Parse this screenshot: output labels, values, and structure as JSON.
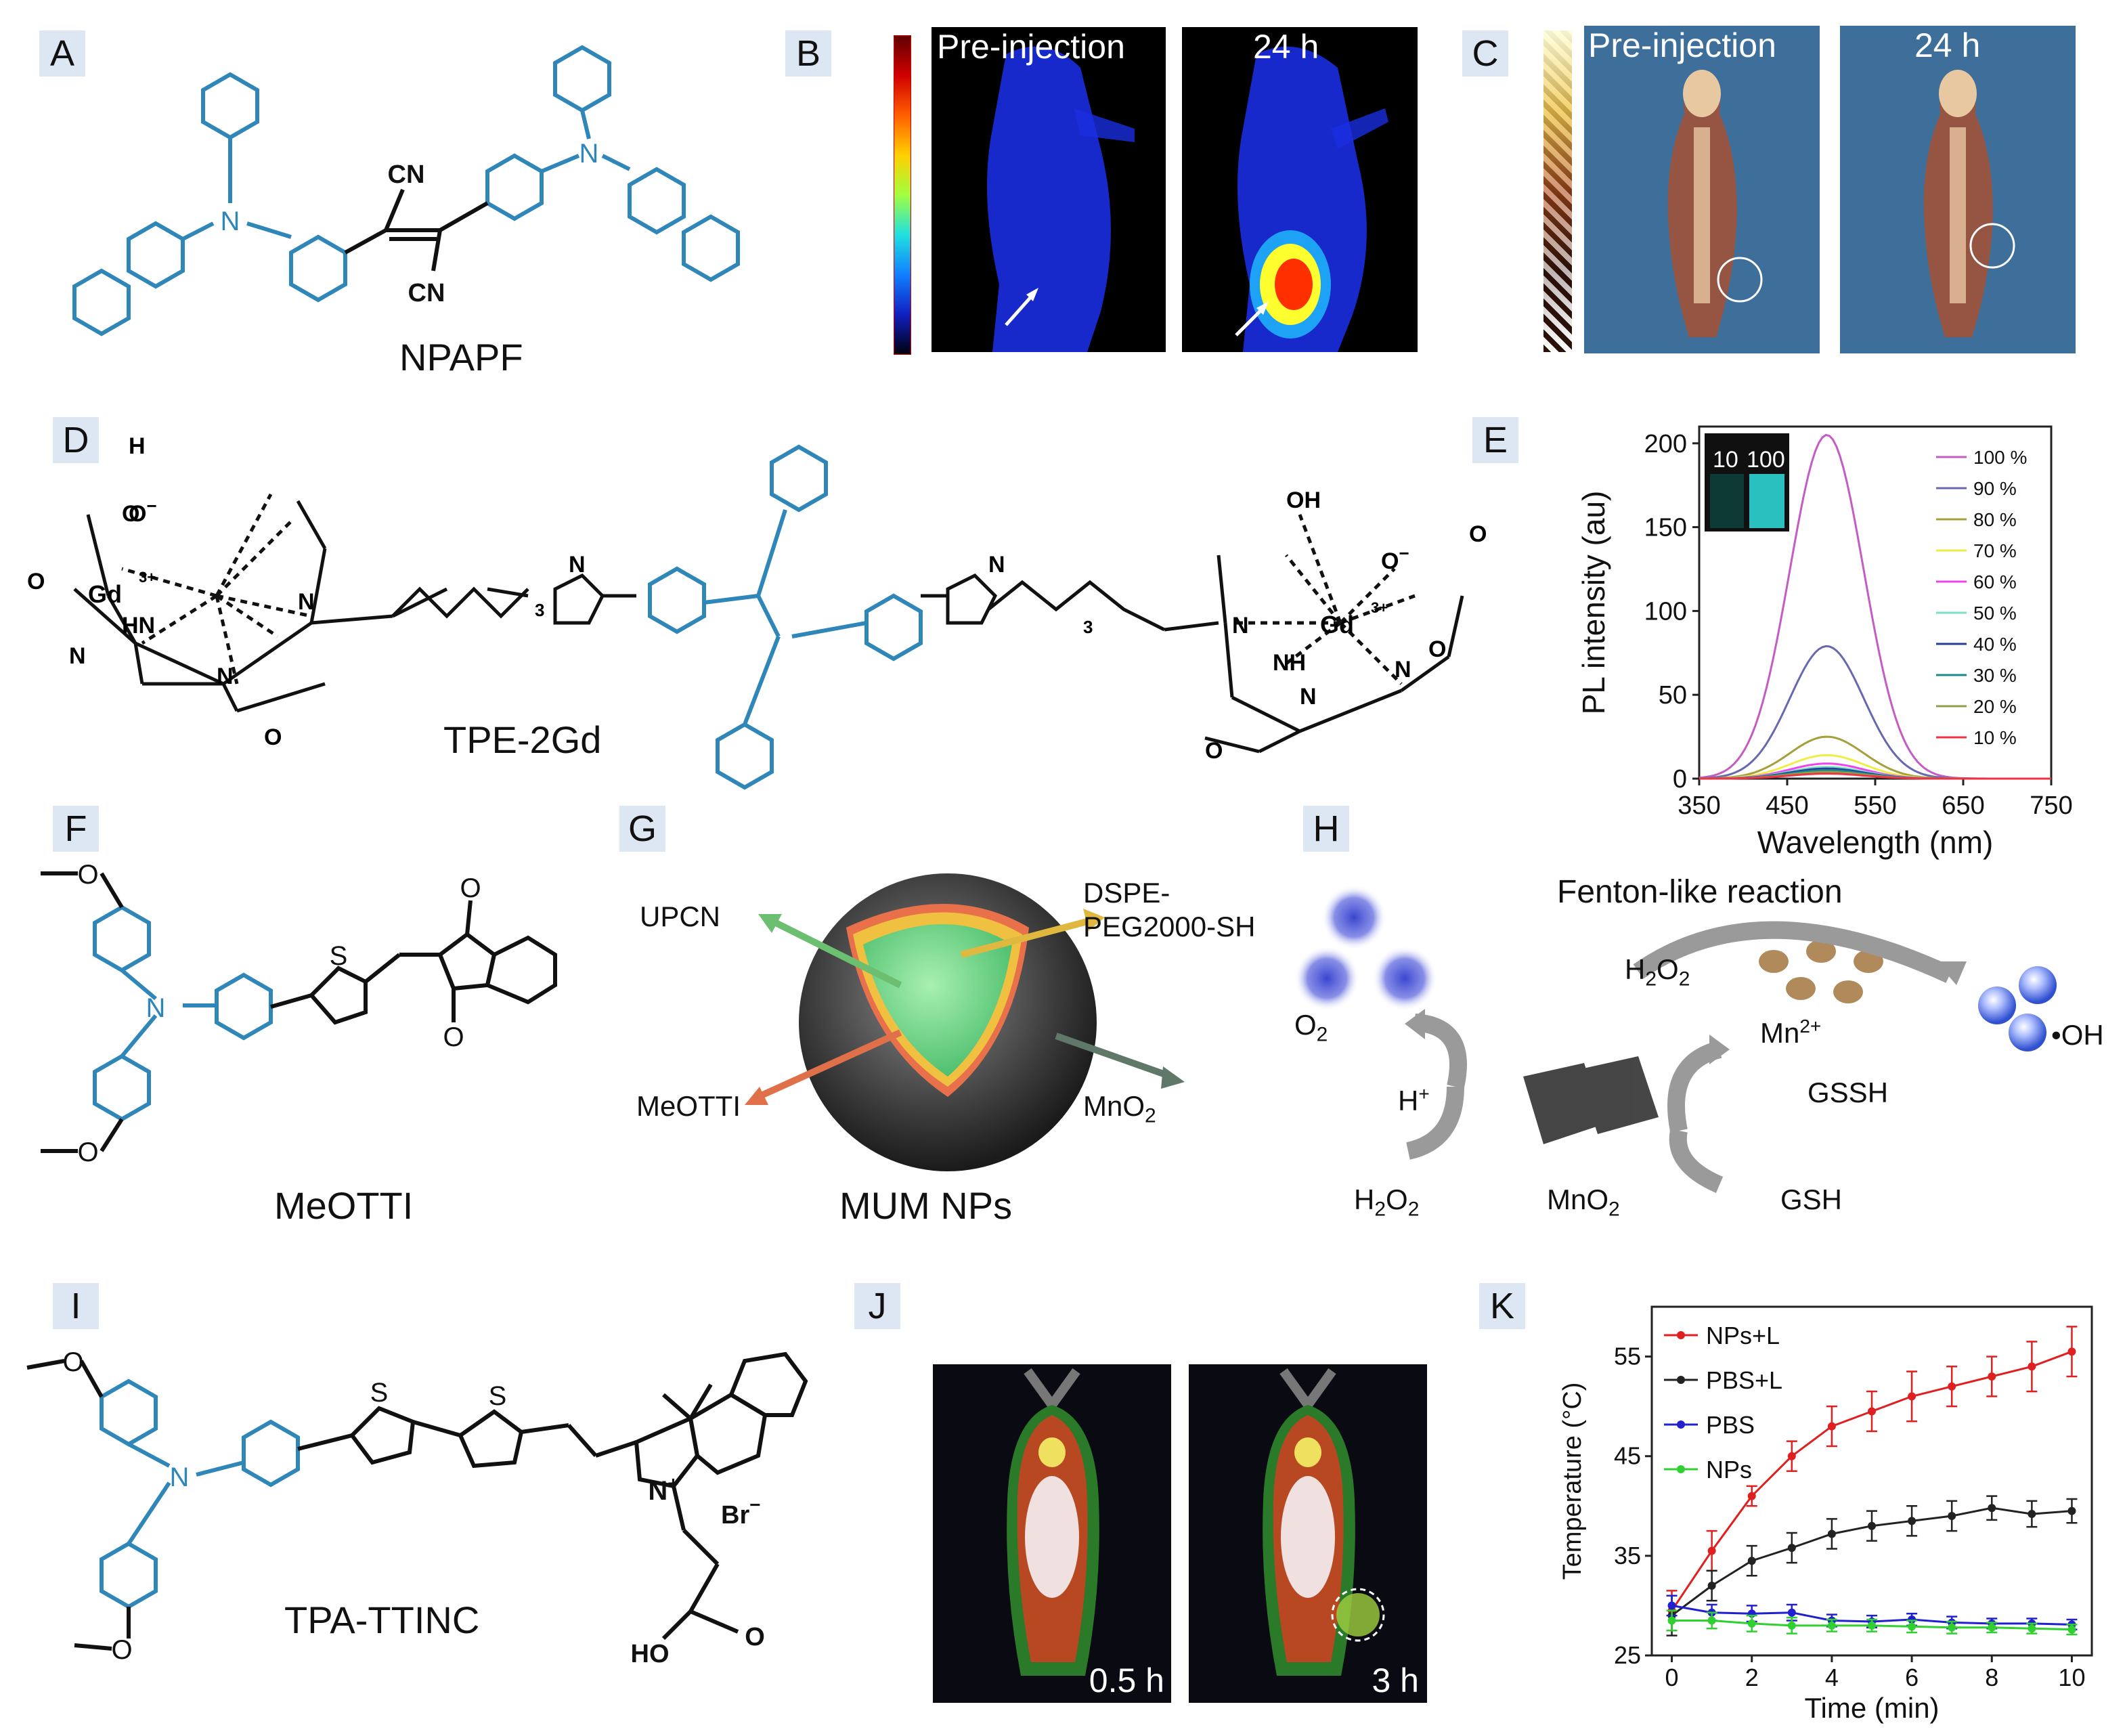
{
  "panels": {
    "A": {
      "letter": "A",
      "compound": "NPAPF",
      "atoms": {
        "n": "N",
        "cn": "CN"
      }
    },
    "B": {
      "letter": "B",
      "left_time": "Pre-injection",
      "right_time": "24 h"
    },
    "C": {
      "letter": "C",
      "left_time": "Pre-injection",
      "right_time": "24 h"
    },
    "D": {
      "letter": "D",
      "compound": "TPE-2Gd",
      "atoms": {
        "gd": "Gd",
        "gd_charge": "3+",
        "n": "N",
        "o": "O",
        "o_minus": "O",
        "minus": "−",
        "hn": "HN",
        "nh": "NH",
        "h": "H",
        "oh": "OH",
        "sub3": "3"
      }
    },
    "E": {
      "letter": "E",
      "inset_left": "10",
      "inset_right": "100"
    },
    "F": {
      "letter": "F",
      "compound": "MeOTTI",
      "atoms": {
        "n": "N",
        "s": "S",
        "o": "O"
      }
    },
    "G": {
      "letter": "G",
      "caption": "MUM NPs",
      "labels": {
        "upcn": "UPCN",
        "dspe_line1": "DSPE-",
        "dspe_line2": "PEG2000-SH",
        "meotti": "MeOTTI",
        "mno2": "MnO",
        "mno2_sub": "2"
      }
    },
    "H": {
      "letter": "H",
      "title": "Fenton-like reaction",
      "labels": {
        "h2o2": "H",
        "sub2": "2",
        "o": "O",
        "o2": "O",
        "hplus": "H",
        "plus": "+",
        "mn": "Mn",
        "mn_charge": "2+",
        "gssh": "GSSH",
        "gsh": "GSH",
        "oh_radical": "•OH",
        "mno2": "MnO"
      }
    },
    "I": {
      "letter": "I",
      "compound": "TPA-TTINC",
      "atoms": {
        "n": "N",
        "s": "S",
        "nplus": "N",
        "plus": "+",
        "br": "Br",
        "minus": "−",
        "ho": "HO",
        "o": "O"
      }
    },
    "J": {
      "letter": "J",
      "left_time": "0.5 h",
      "right_time": "3 h"
    },
    "K": {
      "letter": "K"
    }
  },
  "colors": {
    "structure_blue": "#2f86b8",
    "label_bg": "#dde6f3",
    "mouse_bg": "#3d6f9a"
  },
  "chart_data": [
    {
      "type": "line",
      "panel": "E",
      "xlabel": "Wavelength (nm)",
      "ylabel": "PL intensity (au)",
      "xlim": [
        350,
        750
      ],
      "ylim": [
        0,
        210
      ],
      "xticks": [
        "350",
        "450",
        "550",
        "650",
        "750"
      ],
      "yticks": [
        "0",
        "50",
        "100",
        "150",
        "200"
      ],
      "legend_position": "right",
      "series": [
        {
          "name": "100 %",
          "color": "#c45cc4",
          "peak_x": 495,
          "peak_y": 205
        },
        {
          "name": "90 %",
          "color": "#6868b0",
          "peak_x": 495,
          "peak_y": 79
        },
        {
          "name": "80 %",
          "color": "#a6a03a",
          "peak_x": 495,
          "peak_y": 25
        },
        {
          "name": "70 %",
          "color": "#eeee44",
          "peak_x": 495,
          "peak_y": 14
        },
        {
          "name": "60 %",
          "color": "#ee44ee",
          "peak_x": 495,
          "peak_y": 9
        },
        {
          "name": "50 %",
          "color": "#7ce0c8",
          "peak_x": 495,
          "peak_y": 7
        },
        {
          "name": "40 %",
          "color": "#2a3c9c",
          "peak_x": 495,
          "peak_y": 6
        },
        {
          "name": "30 %",
          "color": "#188c8c",
          "peak_x": 495,
          "peak_y": 5
        },
        {
          "name": "20 %",
          "color": "#90a048",
          "peak_x": 495,
          "peak_y": 4
        },
        {
          "name": "10 %",
          "color": "#ee3344",
          "peak_x": 495,
          "peak_y": 3
        }
      ]
    },
    {
      "type": "line",
      "panel": "K",
      "xlabel": "Time (min)",
      "ylabel": "Temperature (°C)",
      "xlim": [
        -0.5,
        10.5
      ],
      "ylim": [
        25,
        60
      ],
      "xticks": [
        "0",
        "2",
        "4",
        "6",
        "8",
        "10"
      ],
      "yticks": [
        "25",
        "35",
        "45",
        "55"
      ],
      "legend_position": "top-left",
      "x": [
        0,
        1,
        2,
        3,
        4,
        5,
        6,
        7,
        8,
        9,
        10
      ],
      "series": [
        {
          "name": "NPs+L",
          "color": "#e02020",
          "values": [
            29.5,
            35.5,
            41,
            45,
            48,
            49.5,
            51,
            52,
            53,
            54,
            55.5
          ],
          "err": [
            2,
            2,
            1,
            1.5,
            2,
            2,
            2.5,
            2,
            2,
            2.5,
            2.5
          ]
        },
        {
          "name": "PBS+L",
          "color": "#222222",
          "values": [
            29,
            32,
            34.5,
            35.8,
            37.2,
            38,
            38.5,
            39,
            39.8,
            39.2,
            39.5
          ],
          "err": [
            2,
            1.5,
            1.5,
            1.5,
            1.5,
            1.5,
            1.5,
            1.5,
            1.2,
            1.3,
            1.2
          ]
        },
        {
          "name": "PBS",
          "color": "#2020d0",
          "values": [
            30,
            29.3,
            29.2,
            29.3,
            28.5,
            28.4,
            28.6,
            28.3,
            28.2,
            28.2,
            28.1
          ],
          "err": [
            1,
            0.8,
            0.8,
            0.8,
            0.6,
            0.6,
            0.6,
            0.6,
            0.5,
            0.5,
            0.5
          ]
        },
        {
          "name": "NPs",
          "color": "#30d030",
          "values": [
            28.5,
            28.5,
            28.2,
            28,
            28,
            28,
            27.9,
            27.8,
            27.8,
            27.7,
            27.6
          ],
          "err": [
            1,
            0.8,
            0.8,
            0.8,
            0.6,
            0.6,
            0.6,
            0.6,
            0.5,
            0.5,
            0.5
          ]
        }
      ]
    }
  ]
}
